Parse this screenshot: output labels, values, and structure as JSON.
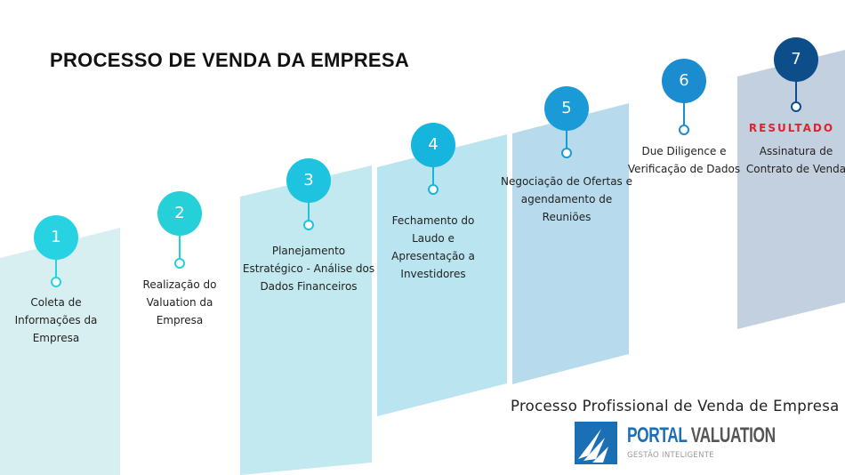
{
  "title": "PROCESSO DE VENDA DA EMPRESA",
  "steps": [
    {
      "number": "1",
      "text": "Coleta de Informações da Empresa",
      "color": "#27d3e2"
    },
    {
      "number": "2",
      "text": "Realização do Valuation da Empresa",
      "color": "#26d0d8"
    },
    {
      "number": "3",
      "text": "Planejamento Estratégico - Análise dos Dados Financeiros",
      "color": "#1ec3e0"
    },
    {
      "number": "4",
      "text": "Fechamento do Laudo e Apresentação a Investidores",
      "color": "#16b5de"
    },
    {
      "number": "5",
      "text": "Negociação de Ofertas e agendamento de Reuniões",
      "color": "#1a9ad6"
    },
    {
      "number": "6",
      "text": "Due Diligence e Verificação de Dados",
      "color": "#1a8ccf"
    },
    {
      "number": "7",
      "text": "Assinatura de Contrato de Venda",
      "color": "#0d4e8a"
    }
  ],
  "result_label": "RESULTADO",
  "subtitle": "Processo Profissional de Venda de Empresa",
  "logo": {
    "name_part1": "PORTAL",
    "name_part2": "VALUATION",
    "tagline": "GESTÃO INTELIGENTE",
    "color1": "#1b6fb5",
    "color2": "#555555"
  }
}
